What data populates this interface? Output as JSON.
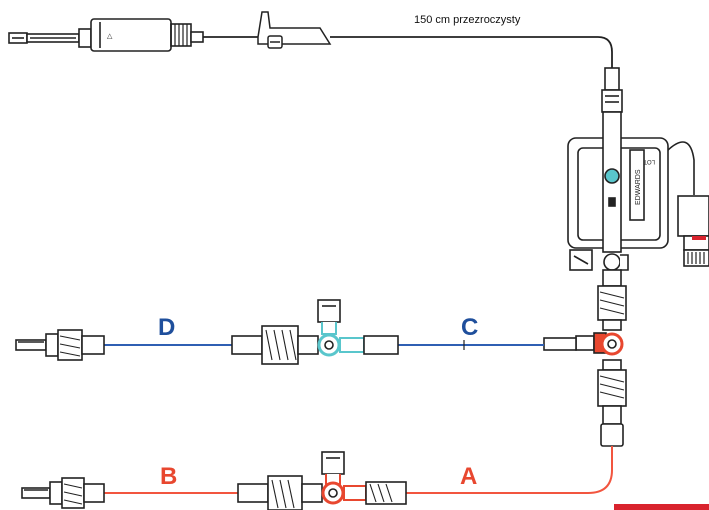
{
  "tube_note": "150 cm przezroczysty",
  "sections": {
    "a": "A",
    "b": "B",
    "c": "C",
    "d": "D"
  },
  "colors": {
    "blue_line": "#2f5fb3",
    "red_line": "#f2553f",
    "label_blue": "#1f4f9c",
    "label_red": "#e8472f",
    "part_stroke": "#222222",
    "valve_cyan": "#59c6cc",
    "valve_red": "#e8472f",
    "accent_red": "#d9232d"
  },
  "icons": [
    "spike-chamber-icon",
    "roller-clamp-icon",
    "transducer-icon",
    "stopcock-icon",
    "luer-connector-icon",
    "cable-plug-icon"
  ]
}
